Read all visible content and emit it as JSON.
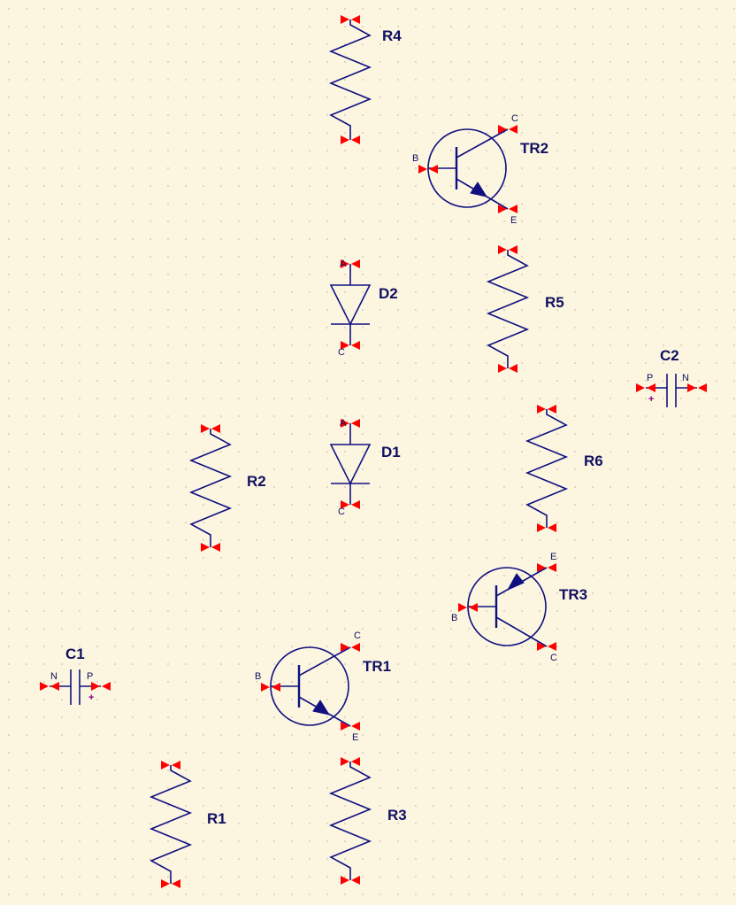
{
  "background": "#FCF6E1",
  "colors": {
    "symbol": "#101080",
    "label": "#101060",
    "pin_marker": "#FF0000",
    "polarity": "#800080"
  },
  "components": {
    "R1": "R1",
    "R2": "R2",
    "R3": "R3",
    "R4": "R4",
    "R5": "R5",
    "R6": "R6",
    "D1": "D1",
    "D2": "D2",
    "TR1": "TR1",
    "TR2": "TR2",
    "TR3": "TR3",
    "C1": "C1",
    "C2": "C2"
  },
  "pins": {
    "base": "B",
    "collector": "C",
    "emitter": "E",
    "anode": "A",
    "cathode": "C",
    "cap_pos": "P",
    "cap_neg": "N",
    "plus": "+"
  }
}
